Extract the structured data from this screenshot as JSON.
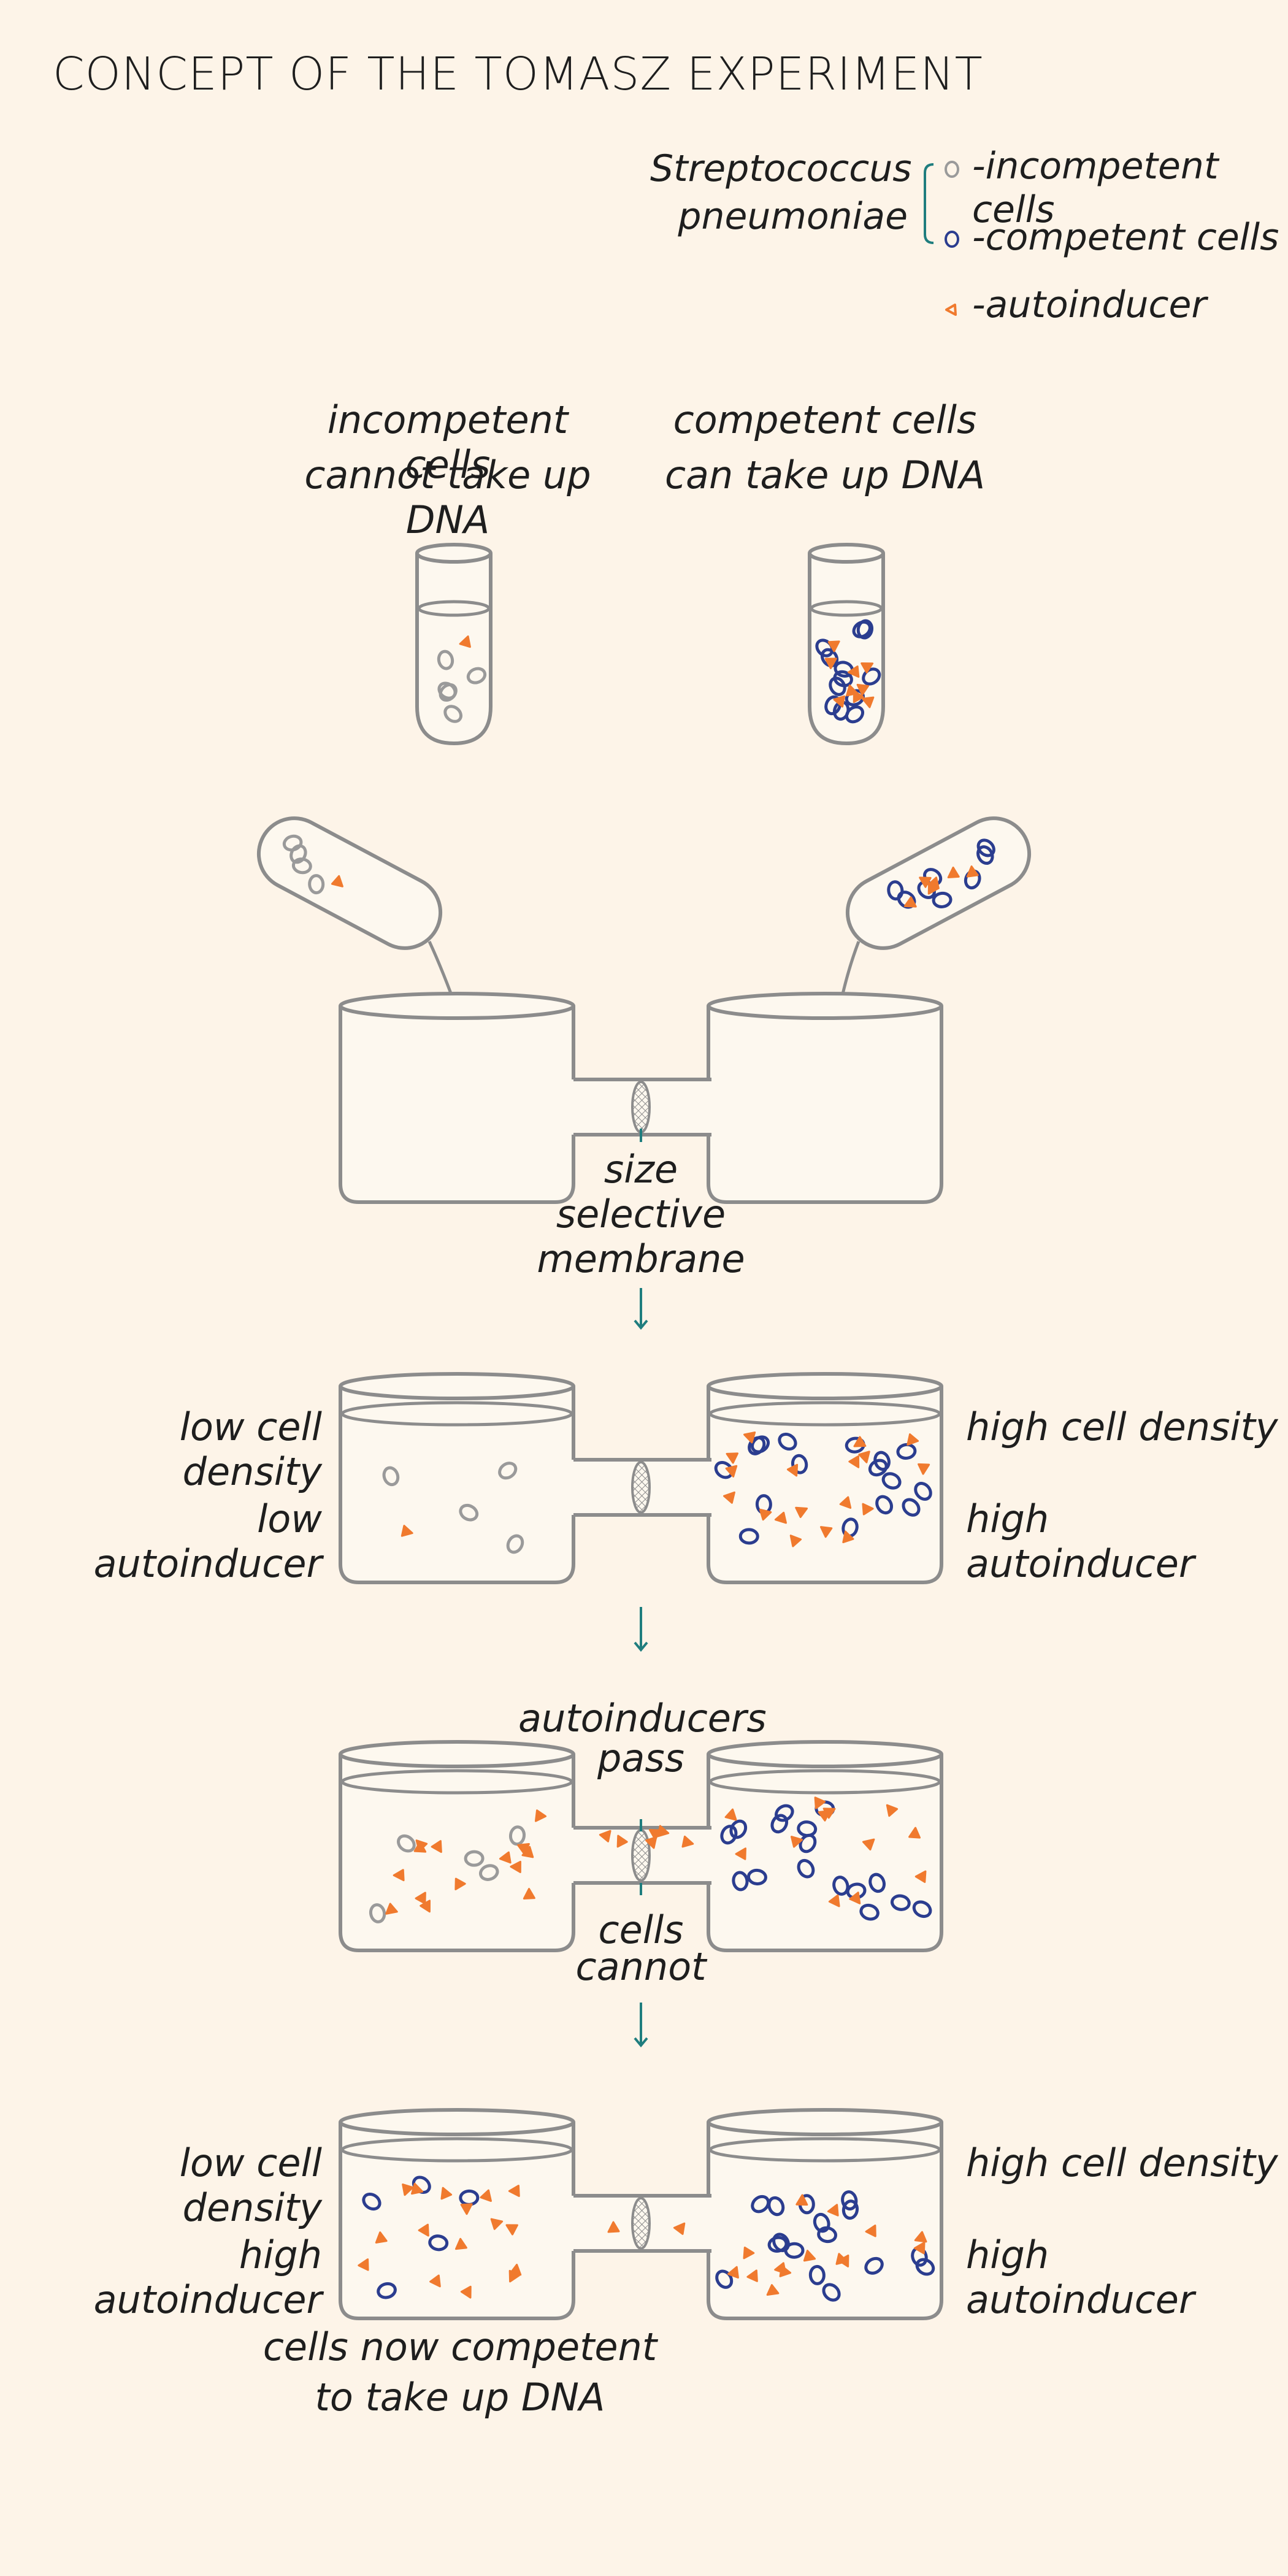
{
  "title": "CONCEPT OF THE TOMASZ EXPERIMENT",
  "legend": {
    "species_line1": "Streptococcus",
    "species_line2": "pneumoniae",
    "incompetent": "-incompetent cells",
    "competent": "-competent cells",
    "autoinducer": "-autoinducer"
  },
  "tubes": {
    "left_line1": "incompetent cells",
    "left_line2": "cannot take up DNA",
    "right_line1": "competent cells",
    "right_line2": "can take up DNA"
  },
  "membrane": {
    "line1": "size",
    "line2": "selective",
    "line3": "membrane"
  },
  "stage2": {
    "left_top": "low cell density",
    "left_bottom": "low autoinducer",
    "right_top": "high cell density",
    "right_bottom": "high autoinducer"
  },
  "stage3": {
    "top_line1": "autoinducers",
    "top_line2": "pass",
    "bottom_line1": "cells",
    "bottom_line2": "cannot"
  },
  "stage4": {
    "left_top": "low cell density",
    "left_bottom": "high autoinducer",
    "right_top": "high cell density",
    "right_bottom": "high autoinducer",
    "caption_line1": "cells now competent",
    "caption_line2": "to take up DNA"
  },
  "colors": {
    "background": "#fdf4e8",
    "outline": "#8c8c8c",
    "incompetent_cell": "#9a9a9a",
    "competent_cell": "#2b3d8f",
    "autoinducer": "#f07a2e",
    "arrow": "#1f7d7e"
  }
}
